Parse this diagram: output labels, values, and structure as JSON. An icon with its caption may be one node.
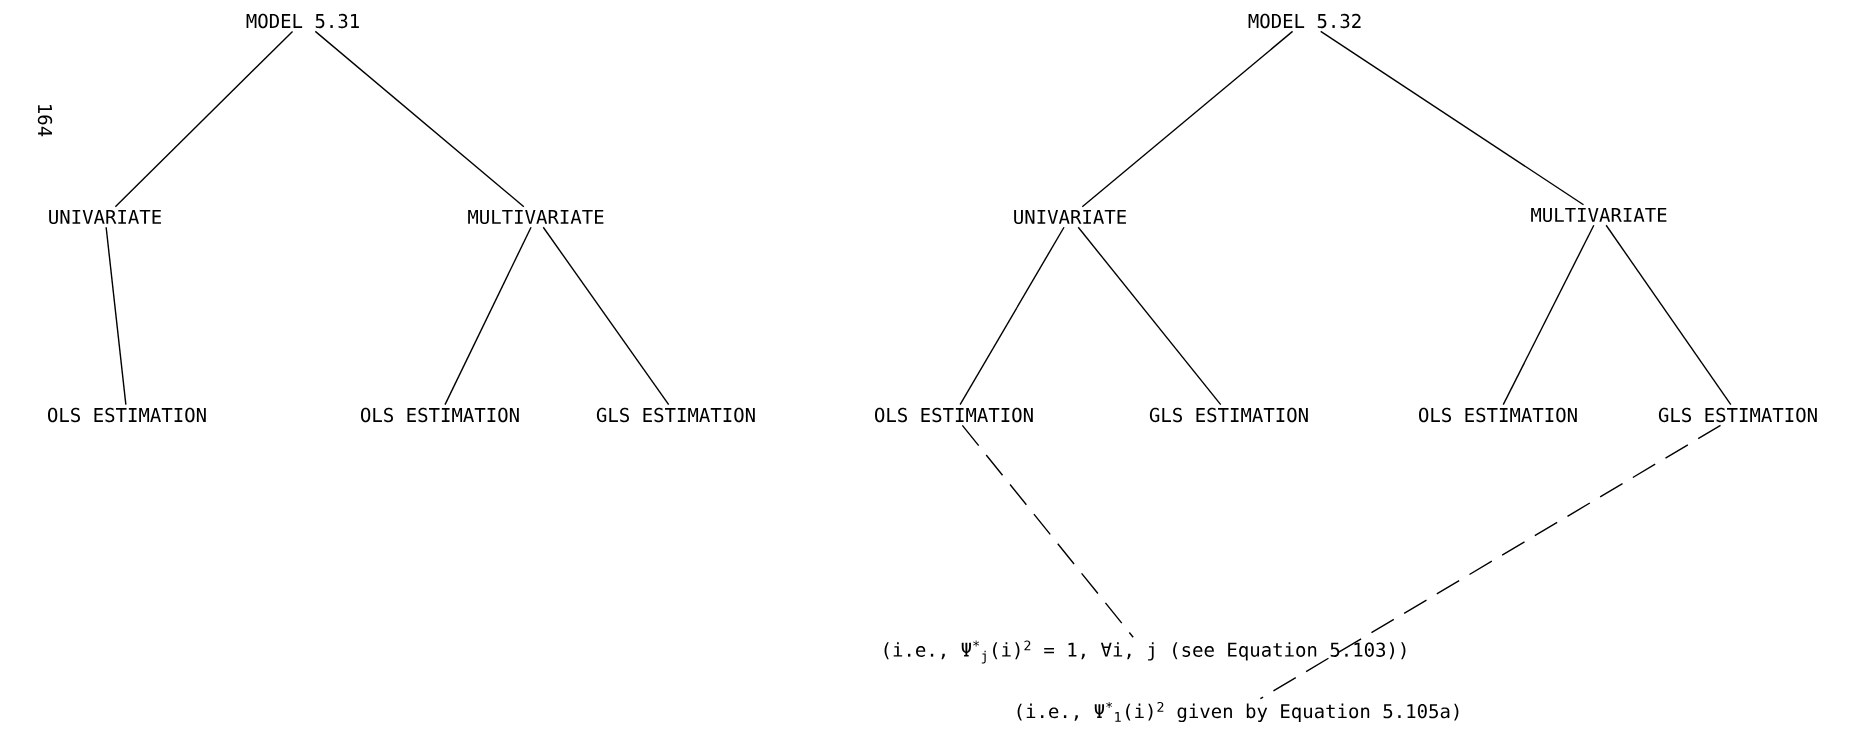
{
  "diagram": {
    "nodes": [
      {
        "text": [
          "MODEL 5.31"
        ]
      },
      {
        "text": [
          "MODEL 5.32"
        ]
      },
      {
        "text": [
          "UNIVARIATE"
        ]
      },
      {
        "text": [
          "MULTIVARIATE"
        ]
      },
      {
        "text": [
          "UNIVARIATE"
        ]
      },
      {
        "text": [
          "MULTIVARIATE"
        ]
      },
      {
        "text": [
          "OLS ESTIMATION"
        ]
      },
      {
        "text": [
          "OLS ESTIMATION"
        ]
      },
      {
        "text": [
          "GLS ESTIMATION"
        ]
      },
      {
        "text": [
          "OLS ESTIMATION"
        ]
      },
      {
        "text": [
          "GLS ESTIMATION"
        ]
      },
      {
        "text": [
          "OLS ESTIMATION"
        ]
      },
      {
        "text": [
          "GLS ESTIMATION"
        ]
      },
      {
        "text": [
          "(i.e., Ψ$^{*}$$_{j}$(i)$^{2}$ = 1, ∀i, j (see Equation 5.103))"
        ]
      },
      {
        "text": [
          "(i.e., Ψ$^{*}$$_{1}$(i)$^{2}$ given by Equation 5.105a)"
        ]
      }
    ],
    "edges": [
      {
        "from": 0,
        "to": 2,
        "arrow": "none"
      },
      {
        "from": 0,
        "to": 3,
        "arrow": "none"
      },
      {
        "from": 2,
        "to": 6,
        "arrow": "none"
      },
      {
        "from": 3,
        "to": 7,
        "arrow": "none"
      },
      {
        "from": 3,
        "to": 8,
        "arrow": "none"
      },
      {
        "from": 1,
        "to": 4,
        "arrow": "none"
      },
      {
        "from": 1,
        "to": 5,
        "arrow": "none"
      },
      {
        "from": 4,
        "to": 9,
        "arrow": "none"
      },
      {
        "from": 4,
        "to": 10,
        "arrow": "none"
      },
      {
        "from": 5,
        "to": 11,
        "arrow": "none"
      },
      {
        "from": 5,
        "to": 12,
        "arrow": "none"
      },
      {
        "from": 9,
        "to": 13,
        "arrow": "none",
        "style": "dashed"
      },
      {
        "from": 12,
        "to": 14,
        "arrow": "none",
        "style": "dashed"
      }
    ],
    "labels": [
      "164"
    ]
  }
}
